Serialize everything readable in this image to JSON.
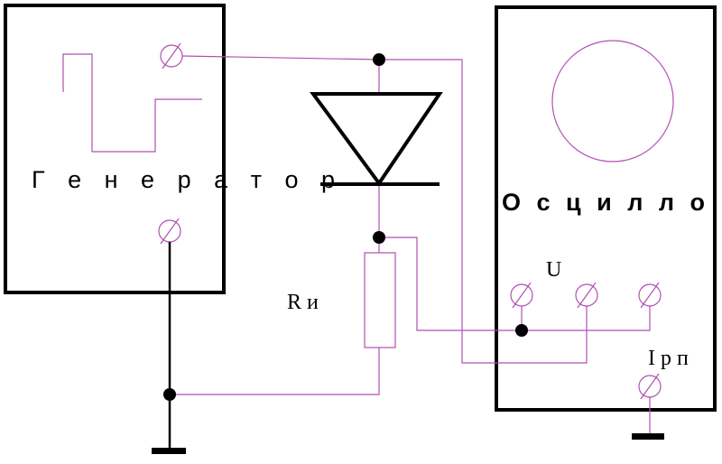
{
  "diagram": {
    "generator_label": "Г е н е р а т о р",
    "oscilloscope_label": "О с ц и л л о г р а ф",
    "resistor_label": "R и",
    "voltage_input_label": "U",
    "current_input_label": "I р п"
  },
  "colors": {
    "wire": "#b050b0",
    "outline": "#000000",
    "background": "#ffffff"
  }
}
